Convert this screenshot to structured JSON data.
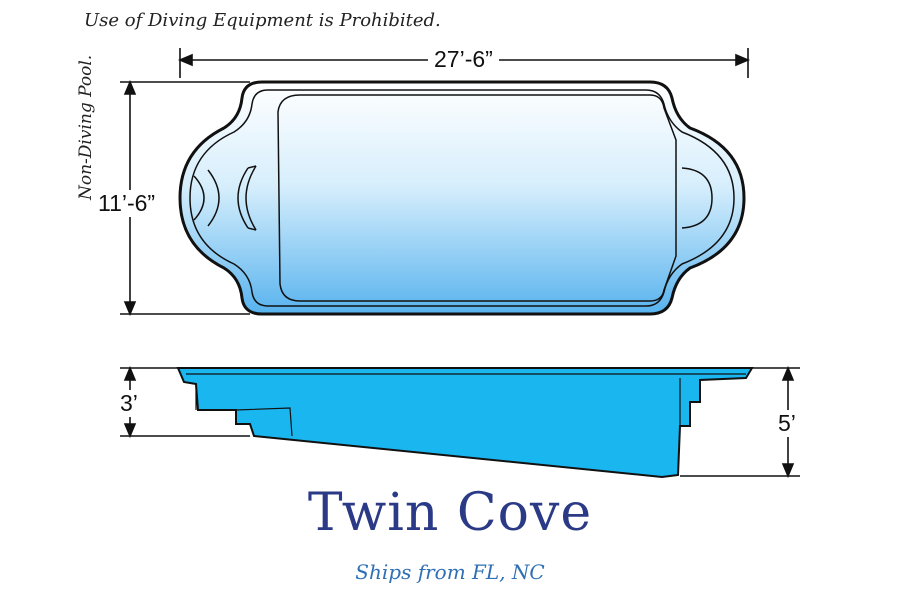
{
  "notes": {
    "top": "Use of Diving Equipment is Prohibited.",
    "side": "Non-Diving Pool."
  },
  "dimensions": {
    "length": "27’-6”",
    "width": "11’-6”",
    "shallow_depth": "3’",
    "deep_depth": "5’"
  },
  "product": {
    "name": "Twin Cove",
    "ships_from": "Ships from FL, NC"
  },
  "colors": {
    "water_light": "#ffffff",
    "water_mid": "#bfe3fb",
    "water_deep": "#5ab4ee",
    "profile_fill": "#19b6ef",
    "outline": "#111111",
    "title": "#2b3a86",
    "subtitle": "#2f6fb3"
  }
}
